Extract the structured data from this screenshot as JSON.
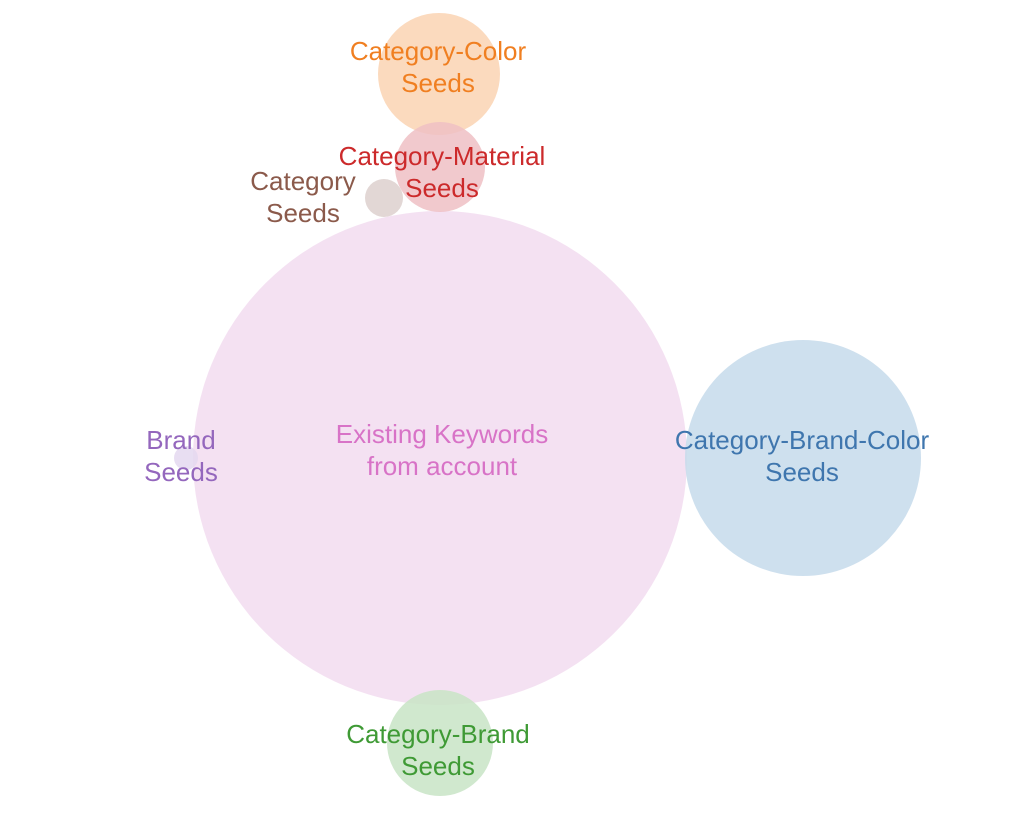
{
  "diagram": {
    "type": "venn-bubble",
    "sets": [
      {
        "id": "existing-keywords",
        "label": [
          "Existing Keywords",
          "from account"
        ],
        "fill": "#f2dcf0",
        "text_color": "#d873c7"
      },
      {
        "id": "category-brand-color",
        "label": [
          "Category-Brand-Color",
          "Seeds"
        ],
        "fill": "#c5dbeb",
        "text_color": "#3f76ae"
      },
      {
        "id": "category-color",
        "label": [
          "Category-Color",
          "Seeds"
        ],
        "fill": "#fad4b3",
        "text_color": "#f07f21"
      },
      {
        "id": "category-material",
        "label": [
          "Category-Material",
          "Seeds"
        ],
        "fill": "#efc0c4",
        "text_color": "#cc2a2b"
      },
      {
        "id": "category",
        "label": [
          "Category",
          "Seeds"
        ],
        "fill": "#ddd0ce",
        "text_color": "#8b5a4b"
      },
      {
        "id": "brand",
        "label": [
          "Brand",
          "Seeds"
        ],
        "fill": "#e4d8f0",
        "text_color": "#9467bd"
      },
      {
        "id": "category-brand",
        "label": [
          "Category-Brand",
          "Seeds"
        ],
        "fill": "#c8e4c5",
        "text_color": "#3f9a35"
      }
    ]
  }
}
